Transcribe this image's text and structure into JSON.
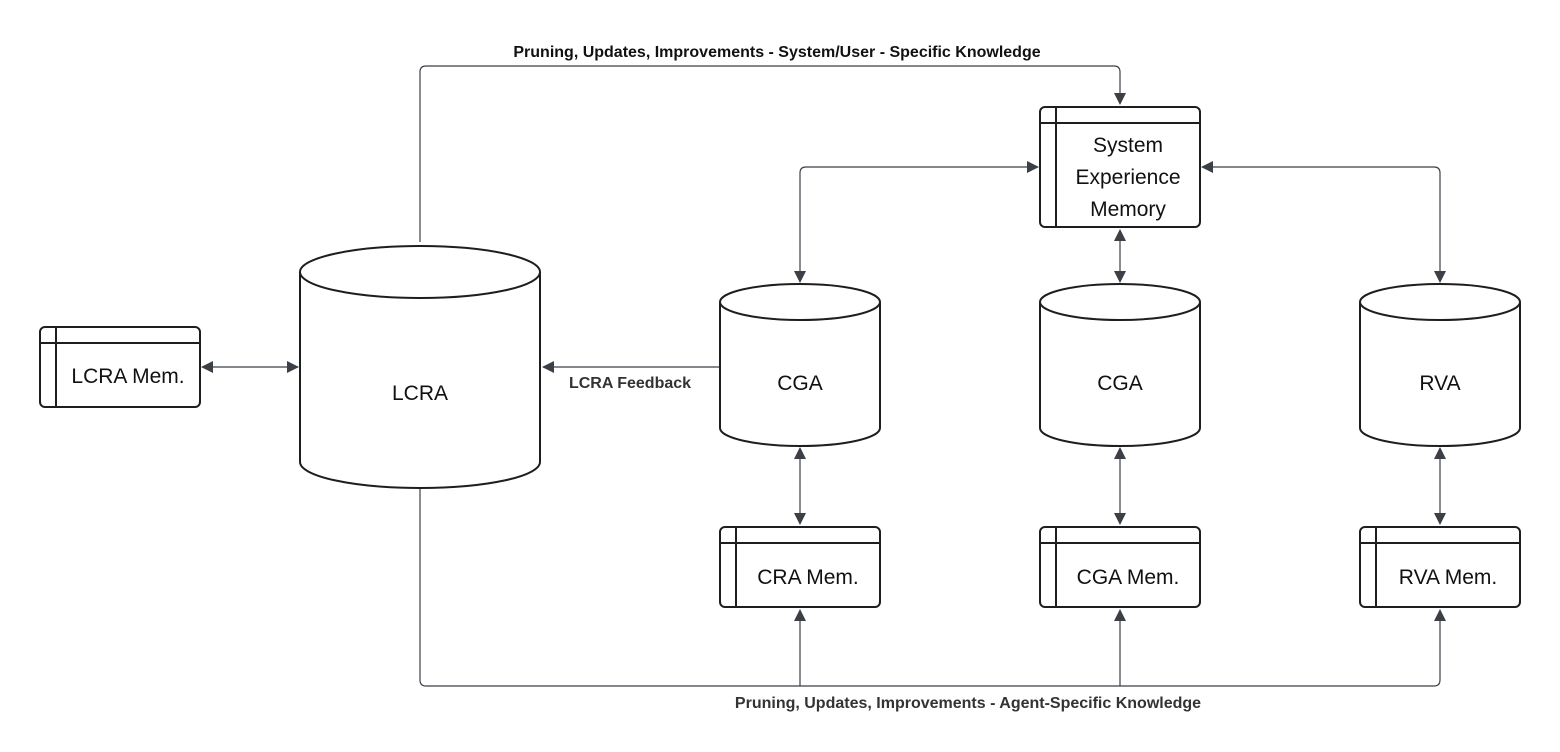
{
  "nodes": {
    "lcra_mem": "LCRA Mem.",
    "lcra": "LCRA",
    "cga_1": "CGA",
    "cga_2": "CGA",
    "rva": "RVA",
    "system_memory": [
      "System",
      "Experience",
      "Memory"
    ],
    "cra_mem": "CRA Mem.",
    "cga_mem": "CGA Mem.",
    "rva_mem": "RVA Mem."
  },
  "edges": {
    "top_label": "Pruning, Updates, Improvements - System/User - Specific Knowledge",
    "bottom_label": "Pruning, Updates, Improvements - Agent-Specific Knowledge",
    "feedback_label": "LCRA Feedback"
  },
  "colors": {
    "stroke": "#1e1e1e",
    "connector": "#3b3f46"
  }
}
